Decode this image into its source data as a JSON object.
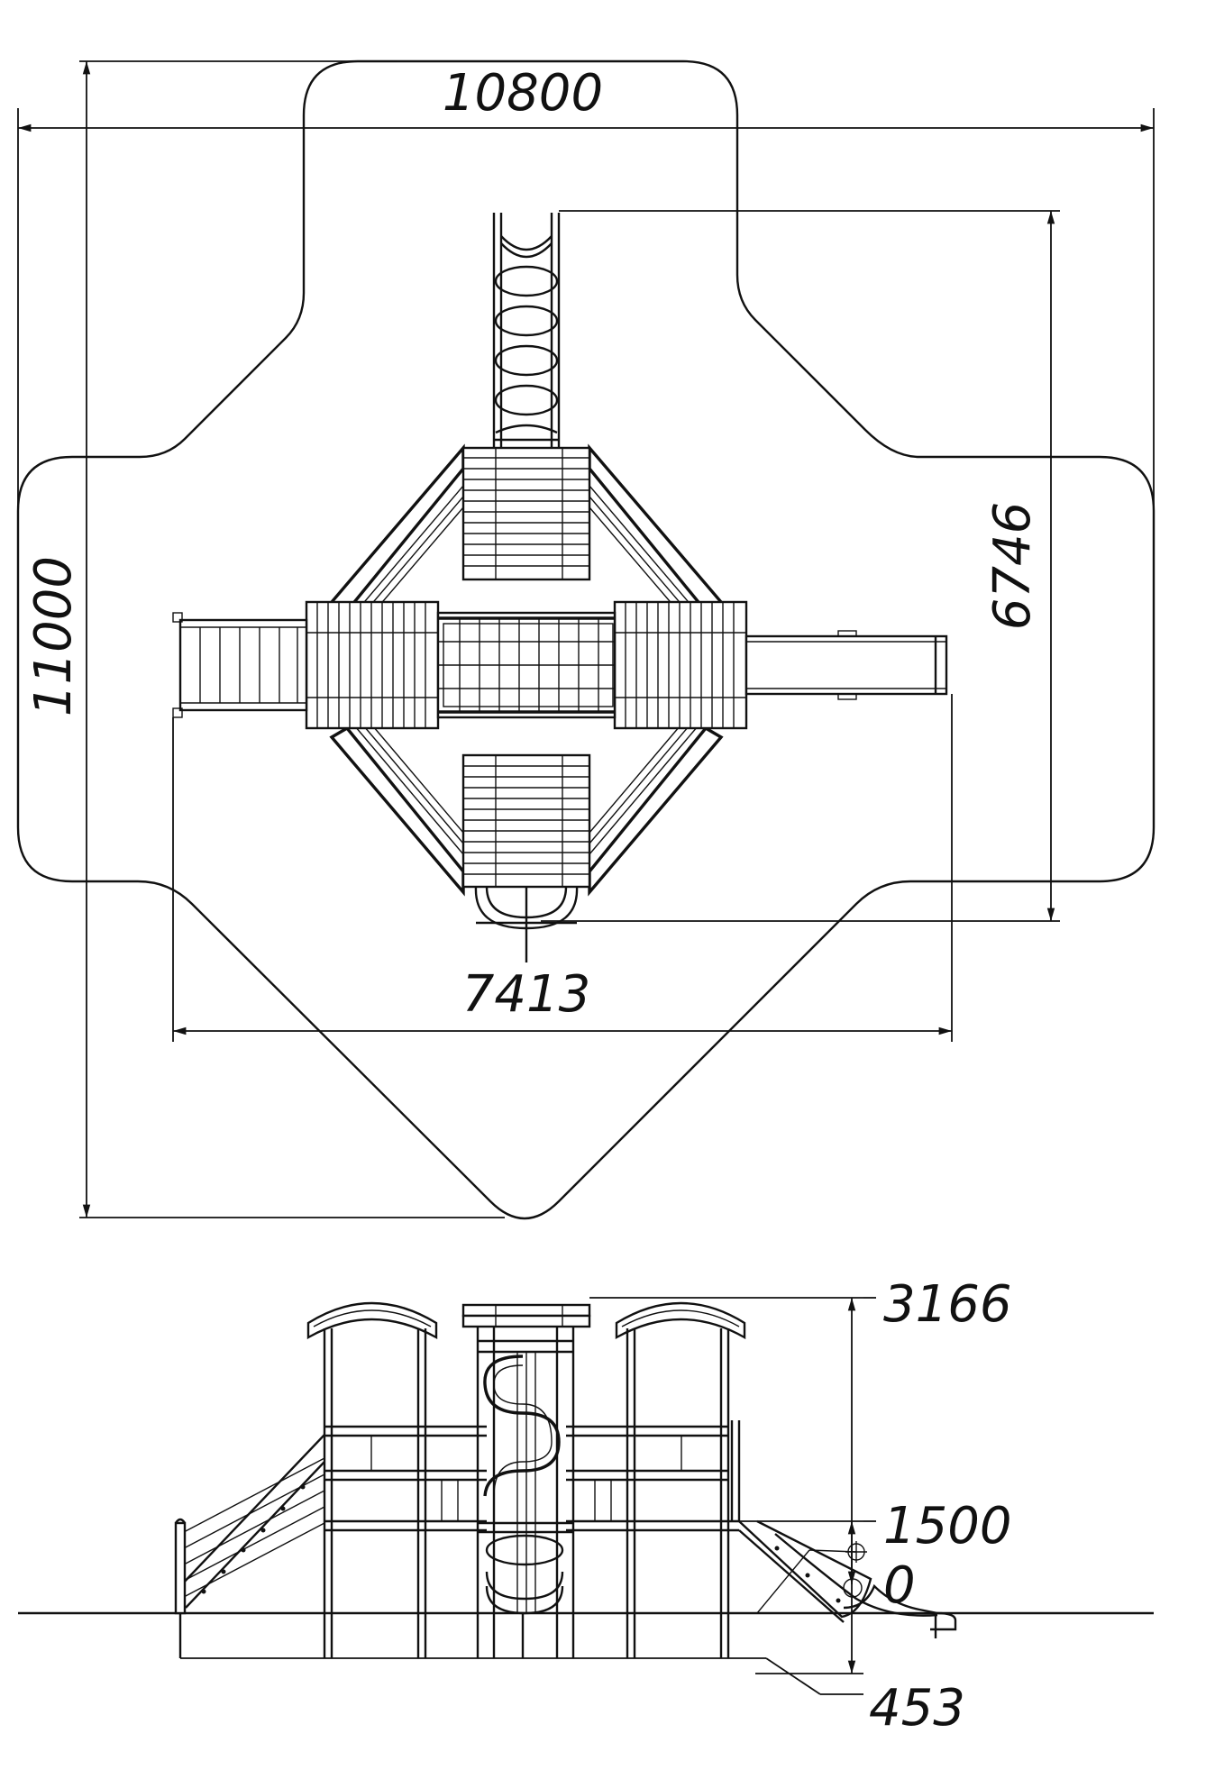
{
  "plan_view": {
    "overall_width": "10800",
    "overall_depth": "11000",
    "structure_width": "7413",
    "structure_depth": "6746"
  },
  "elevation_view": {
    "height_top": "3166",
    "platform_height": "1500",
    "ground_level": "0",
    "foundation_depth": "453"
  }
}
